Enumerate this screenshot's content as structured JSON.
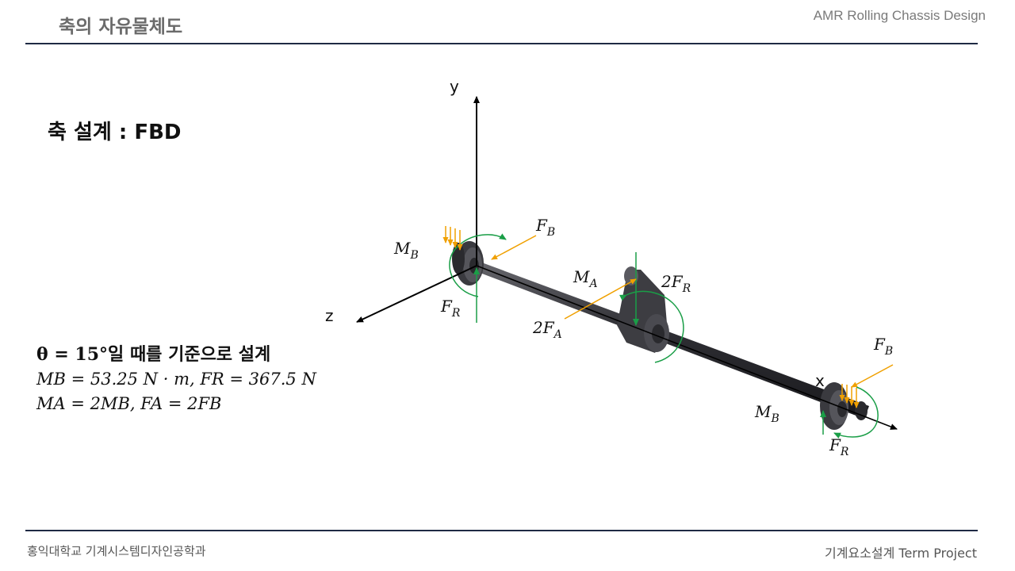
{
  "header": {
    "title": "축의 자유물체도",
    "right": "AMR Rolling Chassis Design"
  },
  "section_title": "축 설계 : FBD",
  "conditions": {
    "line1_math": "θ = 15°",
    "line1_text": "일 때를 기준으로 설계",
    "line2": "MB = 53.25 N · m, FR = 367.5 N",
    "line3": "MA = 2MB,  FA = 2FB"
  },
  "diagram": {
    "axis_y": "y",
    "axis_z": "z",
    "axis_x": "x",
    "labels": {
      "MB_left": {
        "main": "M",
        "sub": "B"
      },
      "FB_left": {
        "main": "F",
        "sub": "B"
      },
      "FR_left": {
        "main": "F",
        "sub": "R"
      },
      "MA": {
        "main": "M",
        "sub": "A"
      },
      "2FR": {
        "main": "2F",
        "sub": "R"
      },
      "2FA": {
        "main": "2F",
        "sub": "A"
      },
      "FB_right": {
        "main": "F",
        "sub": "B"
      },
      "MB_right": {
        "main": "M",
        "sub": "B"
      },
      "FR_right": {
        "main": "F",
        "sub": "R"
      }
    },
    "colors": {
      "green": "#1a9e47",
      "orange": "#f0a000",
      "shaft": "#3a3a3f"
    }
  },
  "footer": {
    "left": "홍익대학교 기계시스템디자인공학과",
    "right": "기계요소설계 Term Project"
  }
}
